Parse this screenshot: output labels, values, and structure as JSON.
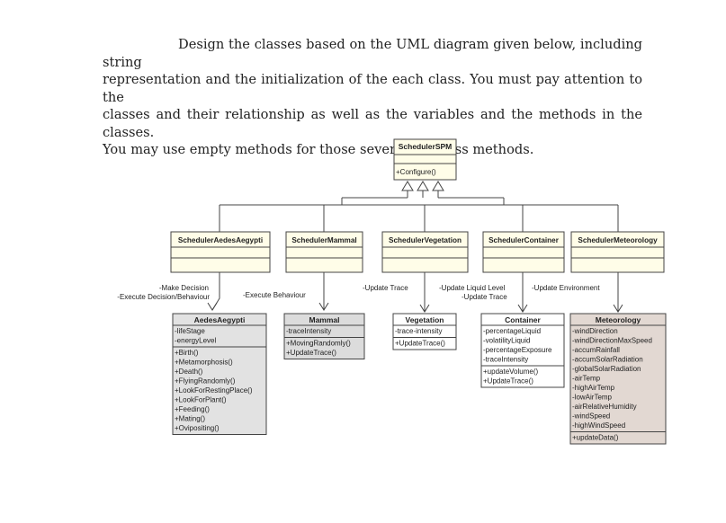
{
  "intro": {
    "lines": [
      "Design the classes based on the UML diagram given below, including string",
      "representation and the initialization of the each class. You must pay attention to the",
      "classes and their relationship as well as the variables and the methods in the classes.",
      "You may use empty methods for those several subclass methods."
    ]
  },
  "diagram": {
    "root": {
      "name": "SchedulerSPM",
      "methods": [
        "+Configure()"
      ]
    },
    "schedulers": [
      {
        "name": "SchedulerAedesAegypti"
      },
      {
        "name": "SchedulerMammal"
      },
      {
        "name": "SchedulerVegetation"
      },
      {
        "name": "SchedulerContainer"
      },
      {
        "name": "SchedulerMeteorology"
      }
    ],
    "edge_labels": {
      "aedes": [
        "-Make Decision",
        "-Execute Decision/Behaviour"
      ],
      "mammal": [
        "-Execute Behaviour"
      ],
      "vegetation": [
        "-Update Trace"
      ],
      "container": [
        "-Update Liquid Level",
        "-Update Trace"
      ],
      "meteorology": [
        "-Update Environment"
      ]
    },
    "entities": [
      {
        "name": "AedesAegypti",
        "attributes": [
          "-lifeStage",
          "-energyLevel"
        ],
        "methods": [
          "+Birth()",
          "+Metamorphosis()",
          "+Death()",
          "+FlyingRandomly()",
          "+LookForRestingPlace()",
          "+LookForPlant()",
          "+Feeding()",
          "+Mating()",
          "+Ovipositing()"
        ]
      },
      {
        "name": "Mammal",
        "attributes": [
          "-traceIntensity"
        ],
        "methods": [
          "+MovingRandomly()",
          "+UpdateTrace()"
        ]
      },
      {
        "name": "Vegetation",
        "attributes": [
          "-trace-intensity"
        ],
        "methods": [
          "+UpdateTrace()"
        ]
      },
      {
        "name": "Container",
        "attributes": [
          "-percentageLiquid",
          "-volatilityLiquid",
          "-percentageExposure",
          "-traceIntensity"
        ],
        "methods": [
          "+updateVolume()",
          "+UpdateTrace()"
        ]
      },
      {
        "name": "Meteorology",
        "attributes": [
          "-windDirection",
          "-windDirectionMaxSpeed",
          "-accumRainfall",
          "-accumSolarRadiation",
          "-globalSolarRadiation",
          "-airTemp",
          "-highAirTemp",
          "-lowAirTemp",
          "-airRelativeHumidity",
          "-windSpeed",
          "-highWindSpeed"
        ],
        "methods": [
          "+updateData()"
        ]
      }
    ],
    "colors": {
      "scheduler_fill": "#fffde8",
      "aedes_fill": "#e2e2e2",
      "mammal_fill": "#dcdcdc",
      "white_fill": "#ffffff",
      "meteorology_fill": "#e2d8d2",
      "stroke": "#444444"
    }
  }
}
